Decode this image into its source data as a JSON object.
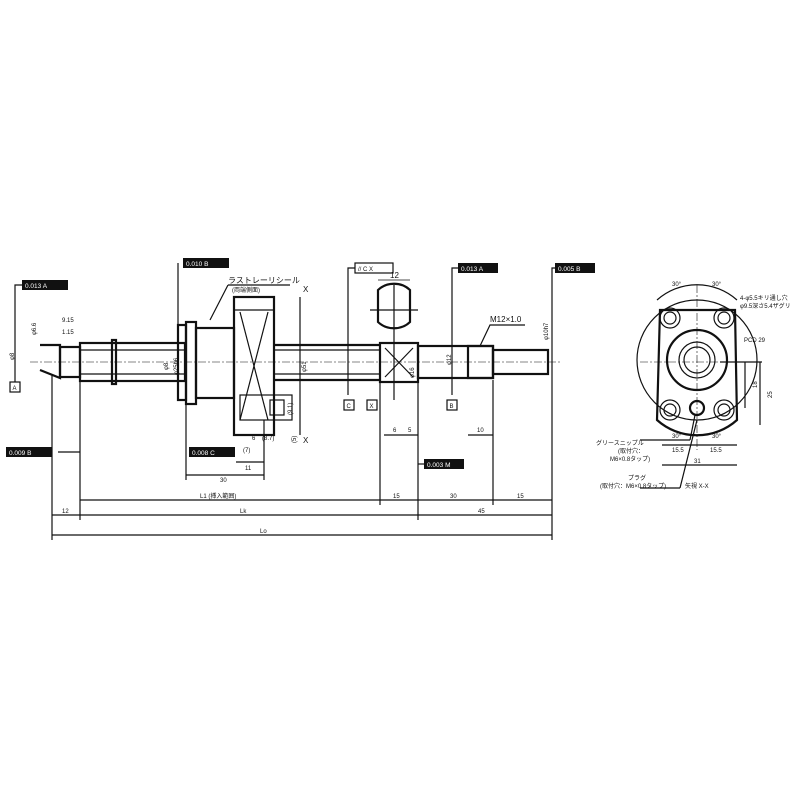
{
  "tolerance_frames": {
    "left_end_top": "0.013 A",
    "left_end_bottom": "0.009 B",
    "nut_flange_top": "0.010 B",
    "nut_flange_bottom": "0.008 C",
    "mid_top": "// C X",
    "mid_right_top": "0.013 A",
    "right_end_top": "0.005 B",
    "bearing_bottom": "0.003 M"
  },
  "datums": {
    "a": "A",
    "c": "C",
    "x": "X",
    "b": "B"
  },
  "labels": {
    "seal": "ラストレーリシール",
    "seal_note": "(両端側面)",
    "thread": "M12×1.0",
    "section_mark_top": "X",
    "section_mark_bottom": "X",
    "grease": "グリースニップル",
    "grease_note1": "(取付穴：",
    "grease_note2": "M6×0.8タップ)",
    "plug": "プラグ",
    "plug_note": "(取付穴：M6×0.8タップ)",
    "section_title": "矢視 X-X",
    "holes": "4-φ5.5キリ通し穴",
    "holes2": "φ9.5深さ5.4ザグリ",
    "pcd": "PCD 29"
  },
  "dimensions": {
    "d_left_end": "φ8",
    "d_left_small": "φ6.6",
    "len_9_15": "9.15",
    "len_1_15": "1.15",
    "d_shaft_8": "φ8",
    "d_bearing": "φ25h6",
    "d_flange": "φ51",
    "d_right_end": "φ12",
    "d_right_shaft": "φ10h7",
    "d_key": "φ16",
    "key_width": "12",
    "dim_6": "6",
    "dim_5": "5",
    "dim_10": "10",
    "dim_6b": "6",
    "dim_8_7": "(8.7)",
    "dim_7": "(7)",
    "dim_11": "11",
    "dim_30": "30",
    "dim_5b": "(5)",
    "dim_9_1": "(9.1)",
    "l1": "L1 (挿入範囲)",
    "lk": "Lk",
    "lo": "Lo",
    "b15a": "15",
    "b30": "30",
    "b15b": "15",
    "b12": "12",
    "b45": "45",
    "angle": "30°",
    "side_18": "18",
    "side_25": "25",
    "side_15_5a": "15.5",
    "side_15_5b": "15.5",
    "side_31": "31"
  }
}
